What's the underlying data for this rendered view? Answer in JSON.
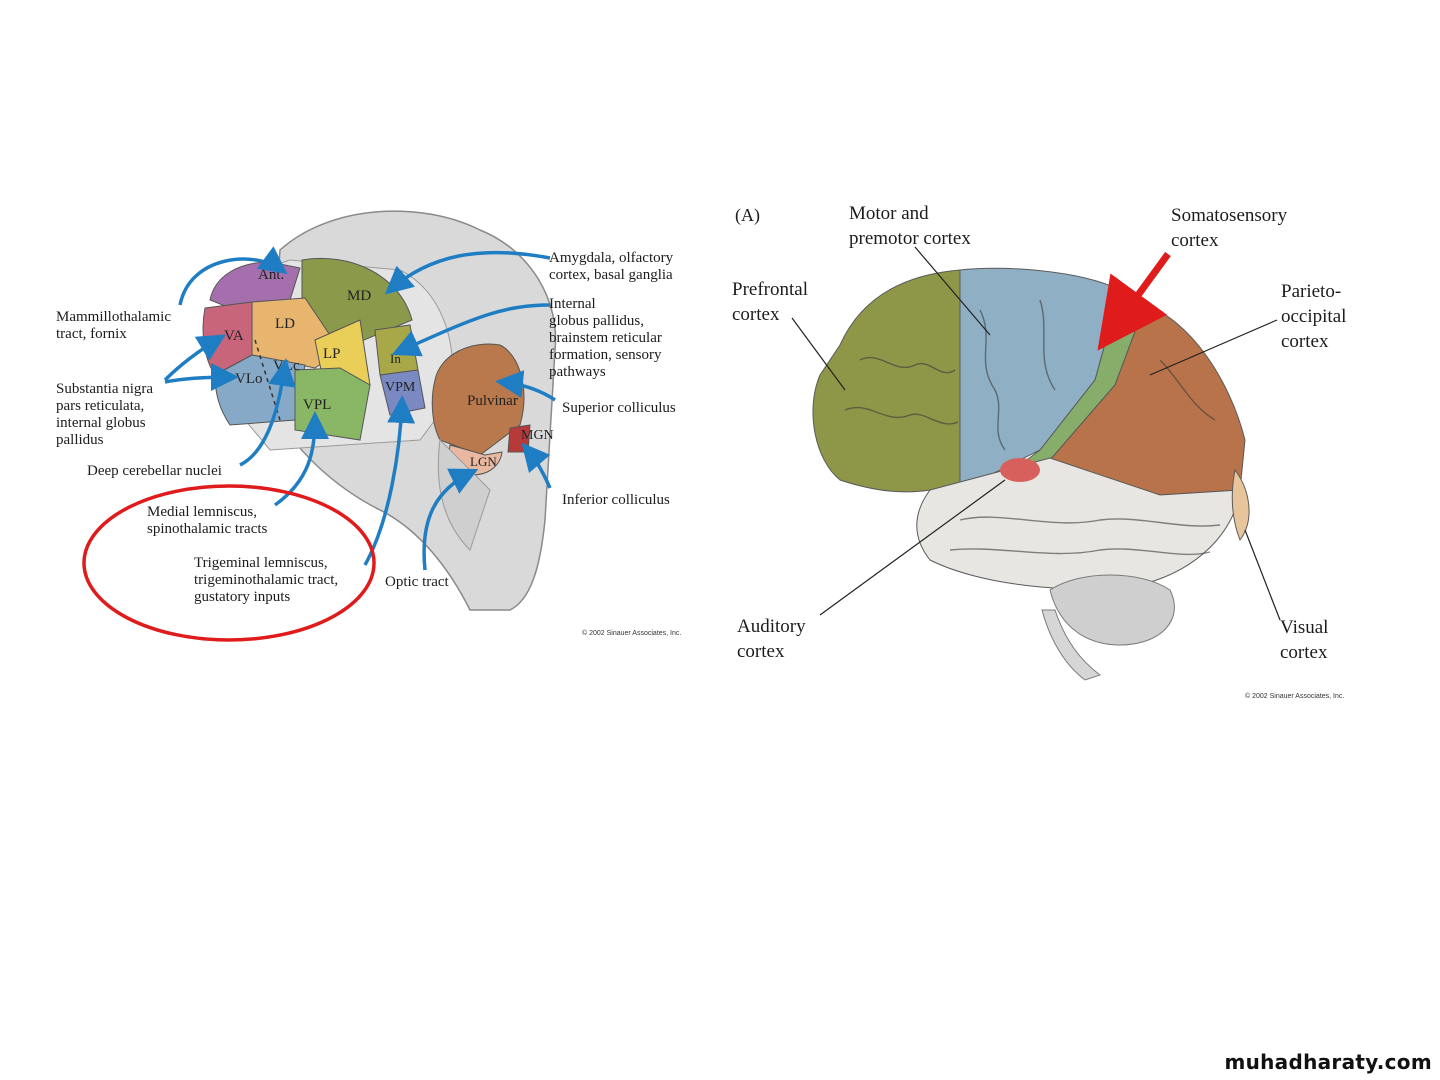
{
  "thalamus_diagram": {
    "nuclei": {
      "ant": "Ant.",
      "md": "MD",
      "ld": "LD",
      "va": "VA",
      "vlc": "VLc",
      "vlo": "VLo",
      "lp": "LP",
      "vpl": "VPL",
      "in": "In",
      "vpm": "VPM",
      "pulvinar": "Pulvinar",
      "mgn": "MGN",
      "lgn": "LGN"
    },
    "inputs": {
      "mammillothalamic": [
        "Mammillothalamic",
        "tract, fornix"
      ],
      "substantia_nigra": [
        "Substantia nigra",
        "pars reticulata,",
        "internal globus",
        "pallidus"
      ],
      "deep_cerebellar": "Deep cerebellar nuclei",
      "medial_lemniscus": [
        "Medial lemniscus,",
        "spinothalamic tracts"
      ],
      "trigeminal": [
        "Trigeminal lemniscus,",
        "trigeminothalamic tract,",
        "gustatory inputs"
      ],
      "optic_tract": "Optic tract",
      "amygdala": [
        "Amygdala, olfactory",
        "cortex, basal ganglia"
      ],
      "internal_gp": [
        "Internal",
        "globus pallidus,",
        "brainstem reticular",
        "formation, sensory",
        "pathways"
      ],
      "superior_colliculus": "Superior colliculus",
      "inferior_colliculus": "Inferior colliculus"
    },
    "copyright": "© 2002 Sinauer Associates, Inc.",
    "colors": {
      "arrow": "#1f7ec3",
      "highlight_circle": "#e01b1b",
      "ant": "#a56fae",
      "md": "#8b9a4a",
      "ld": "#e8b56e",
      "va": "#c9657a",
      "vl": "#86a9c7",
      "lp": "#e9cf57",
      "vpl": "#8ab765",
      "vpm": "#7b89c2",
      "pulvinar": "#b9794d",
      "mgn": "#b73a3a",
      "lgn": "#e8b8a0"
    }
  },
  "cortex_diagram": {
    "panel_label": "(A)",
    "regions": {
      "motor": [
        "Motor and",
        "premotor cortex"
      ],
      "somatosensory": [
        "Somatosensory",
        "cortex"
      ],
      "prefrontal": [
        "Prefrontal",
        "cortex"
      ],
      "parieto_occipital": [
        "Parieto-",
        "occipital",
        "cortex"
      ],
      "auditory": [
        "Auditory",
        "cortex"
      ],
      "visual": [
        "Visual",
        "cortex"
      ]
    },
    "copyright": "© 2002 Sinauer Associates, Inc.",
    "colors": {
      "prefrontal": "#8e9648",
      "motor": "#8fb0c4",
      "somatosensory": "#86ad69",
      "parieto_occipital": "#b8734a",
      "temporal": "#e8e6e2",
      "auditory": "#d8605c",
      "visual": "#e8c49a",
      "red_arrow": "#e01b1b"
    }
  },
  "watermark": "muhadharaty.com"
}
